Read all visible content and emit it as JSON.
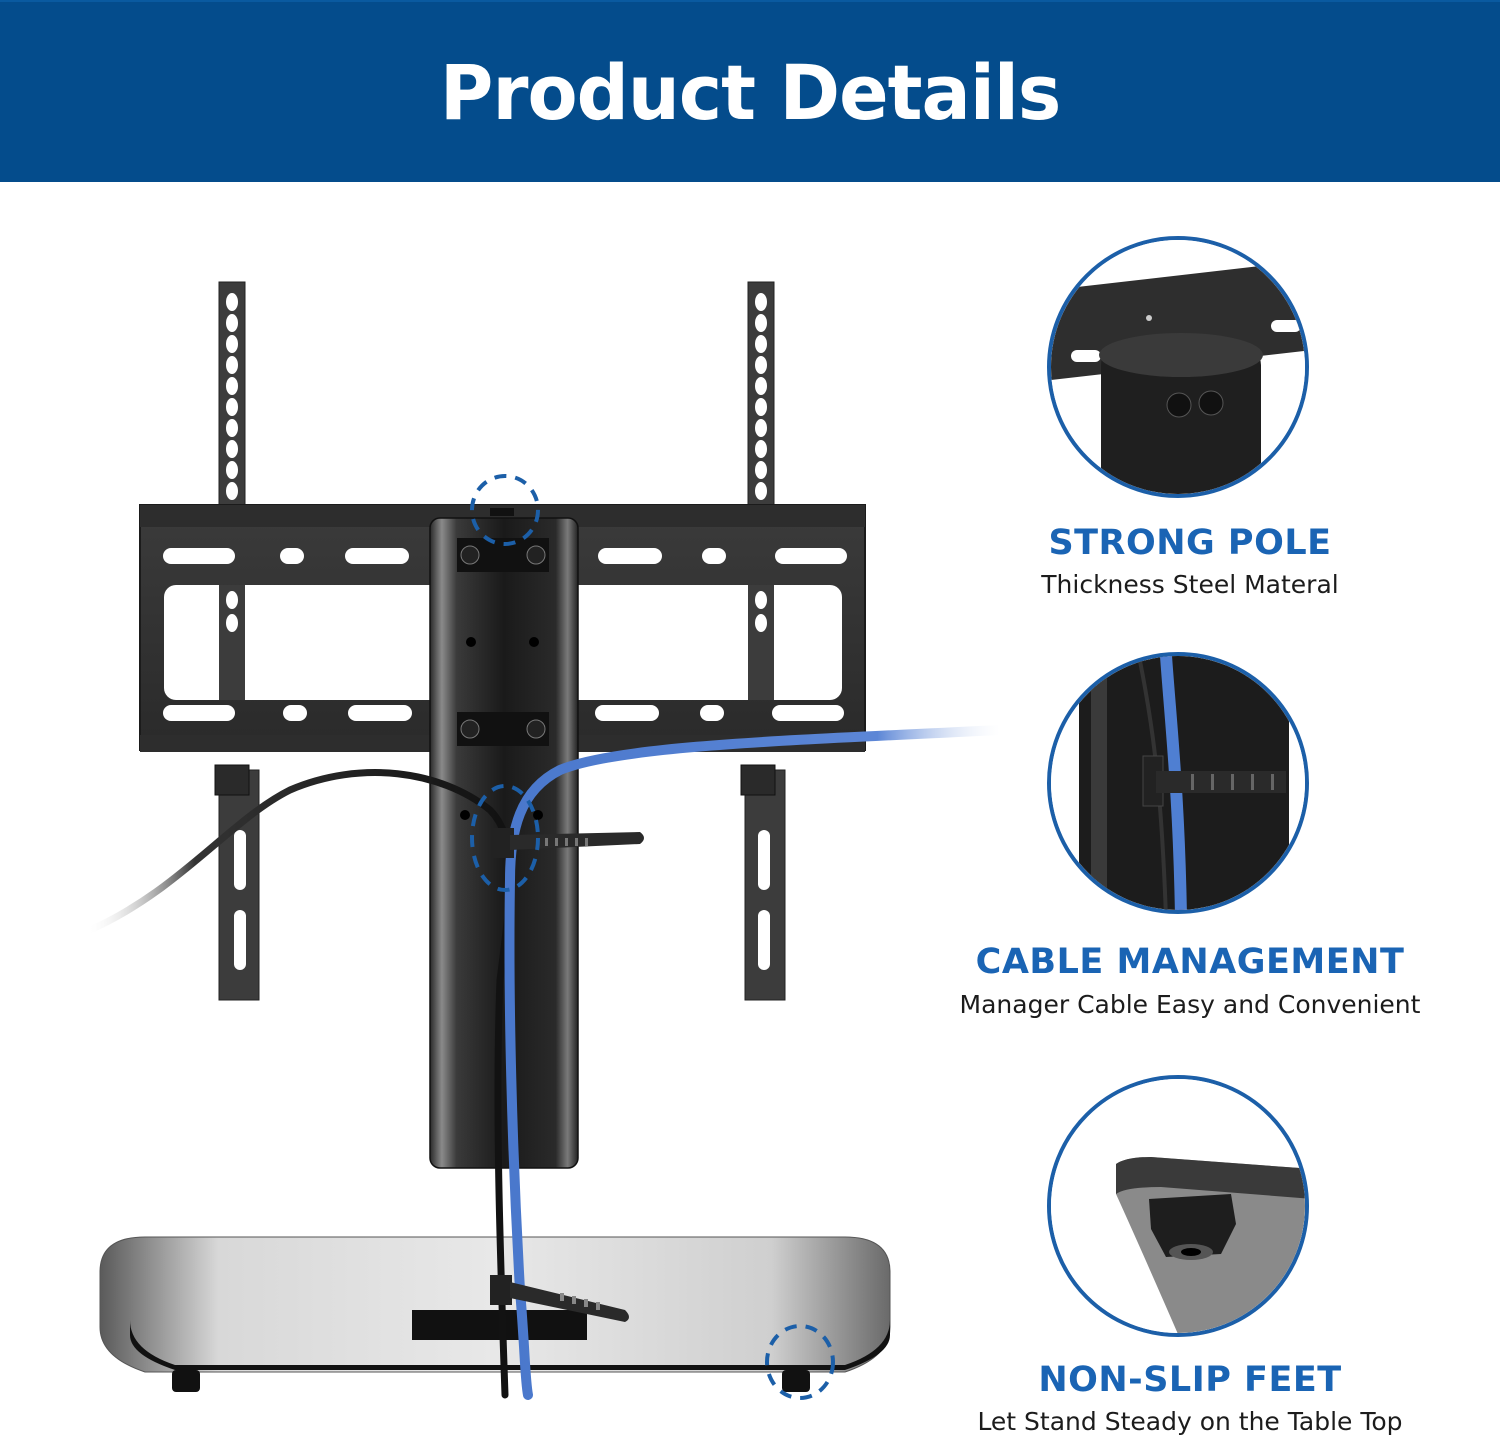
{
  "banner": {
    "title": "Product Details",
    "background_color": "#044c8c",
    "text_color": "#ffffff"
  },
  "illustration": {
    "subject": "tabletop-tv-stand",
    "callout_color": "#1c5fa8",
    "callouts": [
      "pole-top-screw",
      "cable-tie",
      "foot-pad"
    ]
  },
  "features": [
    {
      "title": "STRONG POLE",
      "subtitle": "Thickness Steel Materal",
      "image": "pole-top-closeup"
    },
    {
      "title": "CABLE MANAGEMENT",
      "subtitle": "Manager Cable Easy and Convenient",
      "image": "cable-tie-closeup"
    },
    {
      "title": "NON-SLIP FEET",
      "subtitle": "Let Stand Steady on the Table Top",
      "image": "rubber-foot-closeup"
    }
  ],
  "colors": {
    "accent_blue": "#1a64b4",
    "circle_border": "#1c5fa8",
    "body_text": "#1c1c1c"
  }
}
